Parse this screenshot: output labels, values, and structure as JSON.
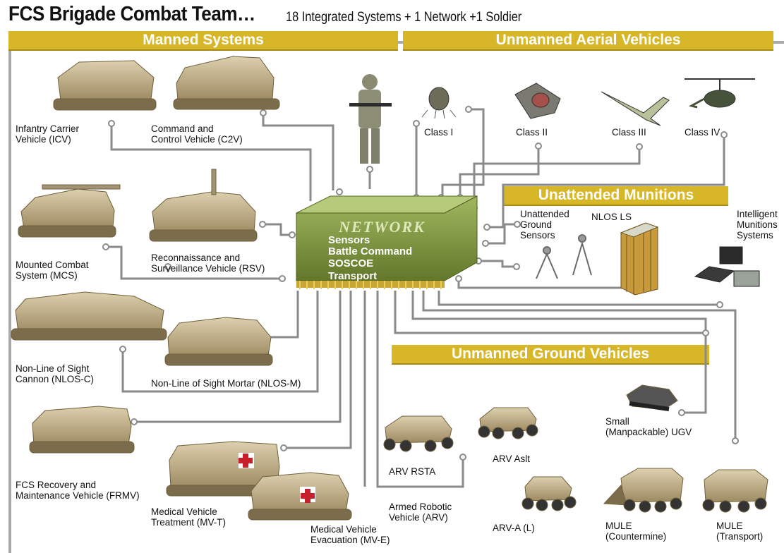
{
  "header": {
    "title": "FCS Brigade Combat Team…",
    "subtitle": "18 Integrated Systems + 1 Network +1 Soldier"
  },
  "banners": {
    "manned": "Manned Systems",
    "uav": "Unmanned Aerial Vehicles",
    "munitions": "Unattended Munitions",
    "ugv": "Unmanned Ground Vehicles"
  },
  "network": {
    "logo": "NETWORK",
    "items": [
      "Sensors",
      "Battle Command",
      "SOSCOE",
      "Transport"
    ]
  },
  "manned": {
    "icv": "Infantry Carrier\nVehicle (ICV)",
    "c2v": "Command and\nControl Vehicle (C2V)",
    "mcs": "Mounted Combat\nSystem (MCS)",
    "rsv": "Reconnaissance and\nSurveillance Vehicle (RSV)",
    "nlosc": "Non-Line of Sight\nCannon (NLOS-C)",
    "nlosm": "Non-Line of Sight Mortar (NLOS-M)",
    "frmv": "FCS Recovery and\nMaintenance Vehicle (FRMV)",
    "mvt": "Medical Vehicle\nTreatment (MV-T)",
    "mve": "Medical Vehicle\nEvacuation (MV-E)"
  },
  "uav": {
    "c1": "Class I",
    "c2": "Class II",
    "c3": "Class III",
    "c4": "Class IV"
  },
  "munitions": {
    "ugs": "Unattended\nGround\nSensors",
    "nlosls": "NLOS LS",
    "ims": "Intelligent\nMunitions\nSystems"
  },
  "ugv": {
    "arvrsta": "ARV RSTA",
    "arvaslt": "ARV Aslt",
    "arv": "Armed Robotic\nVehicle (ARV)",
    "arval": "ARV-A (L)",
    "small": "Small\n(Manpackable) UGV",
    "mulecm": "MULE\n(Countermine)",
    "mulet": "MULE\n(Transport)"
  },
  "colors": {
    "banner": "#d7b628",
    "line": "#8a8a8a",
    "chip": "#7e9a3c",
    "vehicle": "#bda985"
  }
}
